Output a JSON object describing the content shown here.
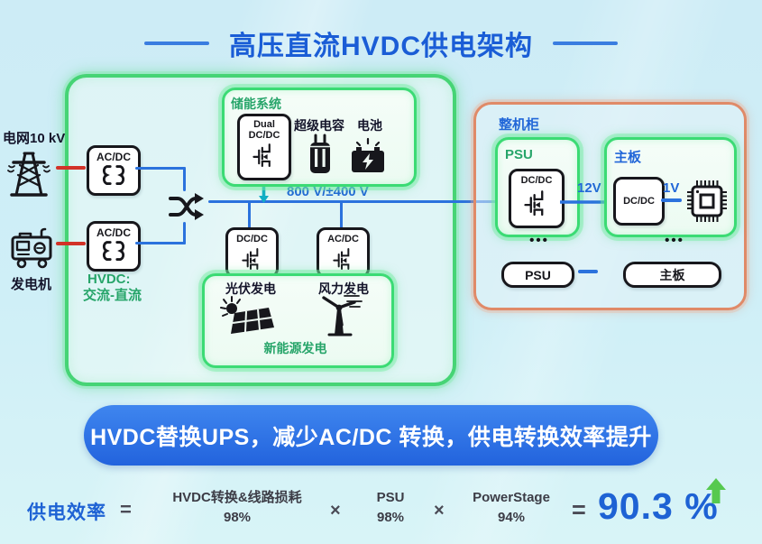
{
  "title": "高压直流HVDC供电架构",
  "left": {
    "grid_label": "电网10 kV",
    "generator_label": "发电机",
    "acdc_label": "AC/DC",
    "hvdc_note_line1": "HVDC:",
    "hvdc_note_line2": "交流-直流"
  },
  "storage": {
    "title": "储能系统",
    "dual_line1": "Dual",
    "dual_line2": "DC/DC",
    "supercap_label": "超级电容",
    "battery_label": "电池"
  },
  "bus": {
    "voltage_label": "800 V/±400 V"
  },
  "renewable": {
    "title": "新能源发电",
    "dcdc_label": "DC/DC",
    "acdc_label": "AC/DC",
    "solar_label": "光伏发电",
    "wind_label": "风力发电"
  },
  "cabinet": {
    "title": "整机柜",
    "psu_title": "PSU",
    "psu_dcdc_label": "DC/DC",
    "v12_label": "12V",
    "mainboard_title": "主板",
    "mainboard_dcdc_label": "DC/DC",
    "v1_label": "1V",
    "ellipsis": "•••",
    "psu_pill": "PSU",
    "mainboard_pill": "主板"
  },
  "banner": {
    "text": "HVDC替换UPS，减少AC/DC 转换，供电转换效率提升"
  },
  "formula": {
    "label": "供电效率",
    "equals": "=",
    "times": "×",
    "terms": [
      {
        "name": "HVDC转换&线路损耗",
        "value": "98%"
      },
      {
        "name": "PSU",
        "value": "98%"
      },
      {
        "name": "PowerStage",
        "value": "94%"
      }
    ],
    "result": "90.3 %"
  },
  "colors": {
    "background": "#cfeff7",
    "title_blue": "#1a5dd6",
    "wire_blue": "#2b72dd",
    "green_border": "#3bdb74",
    "orange_border": "#e08a68",
    "green_label": "#27a56a",
    "red_connector": "#d23228",
    "teal_arrow": "#12aec6",
    "banner_blue": "#2f76e8",
    "up_arrow_green": "#56c94f"
  }
}
